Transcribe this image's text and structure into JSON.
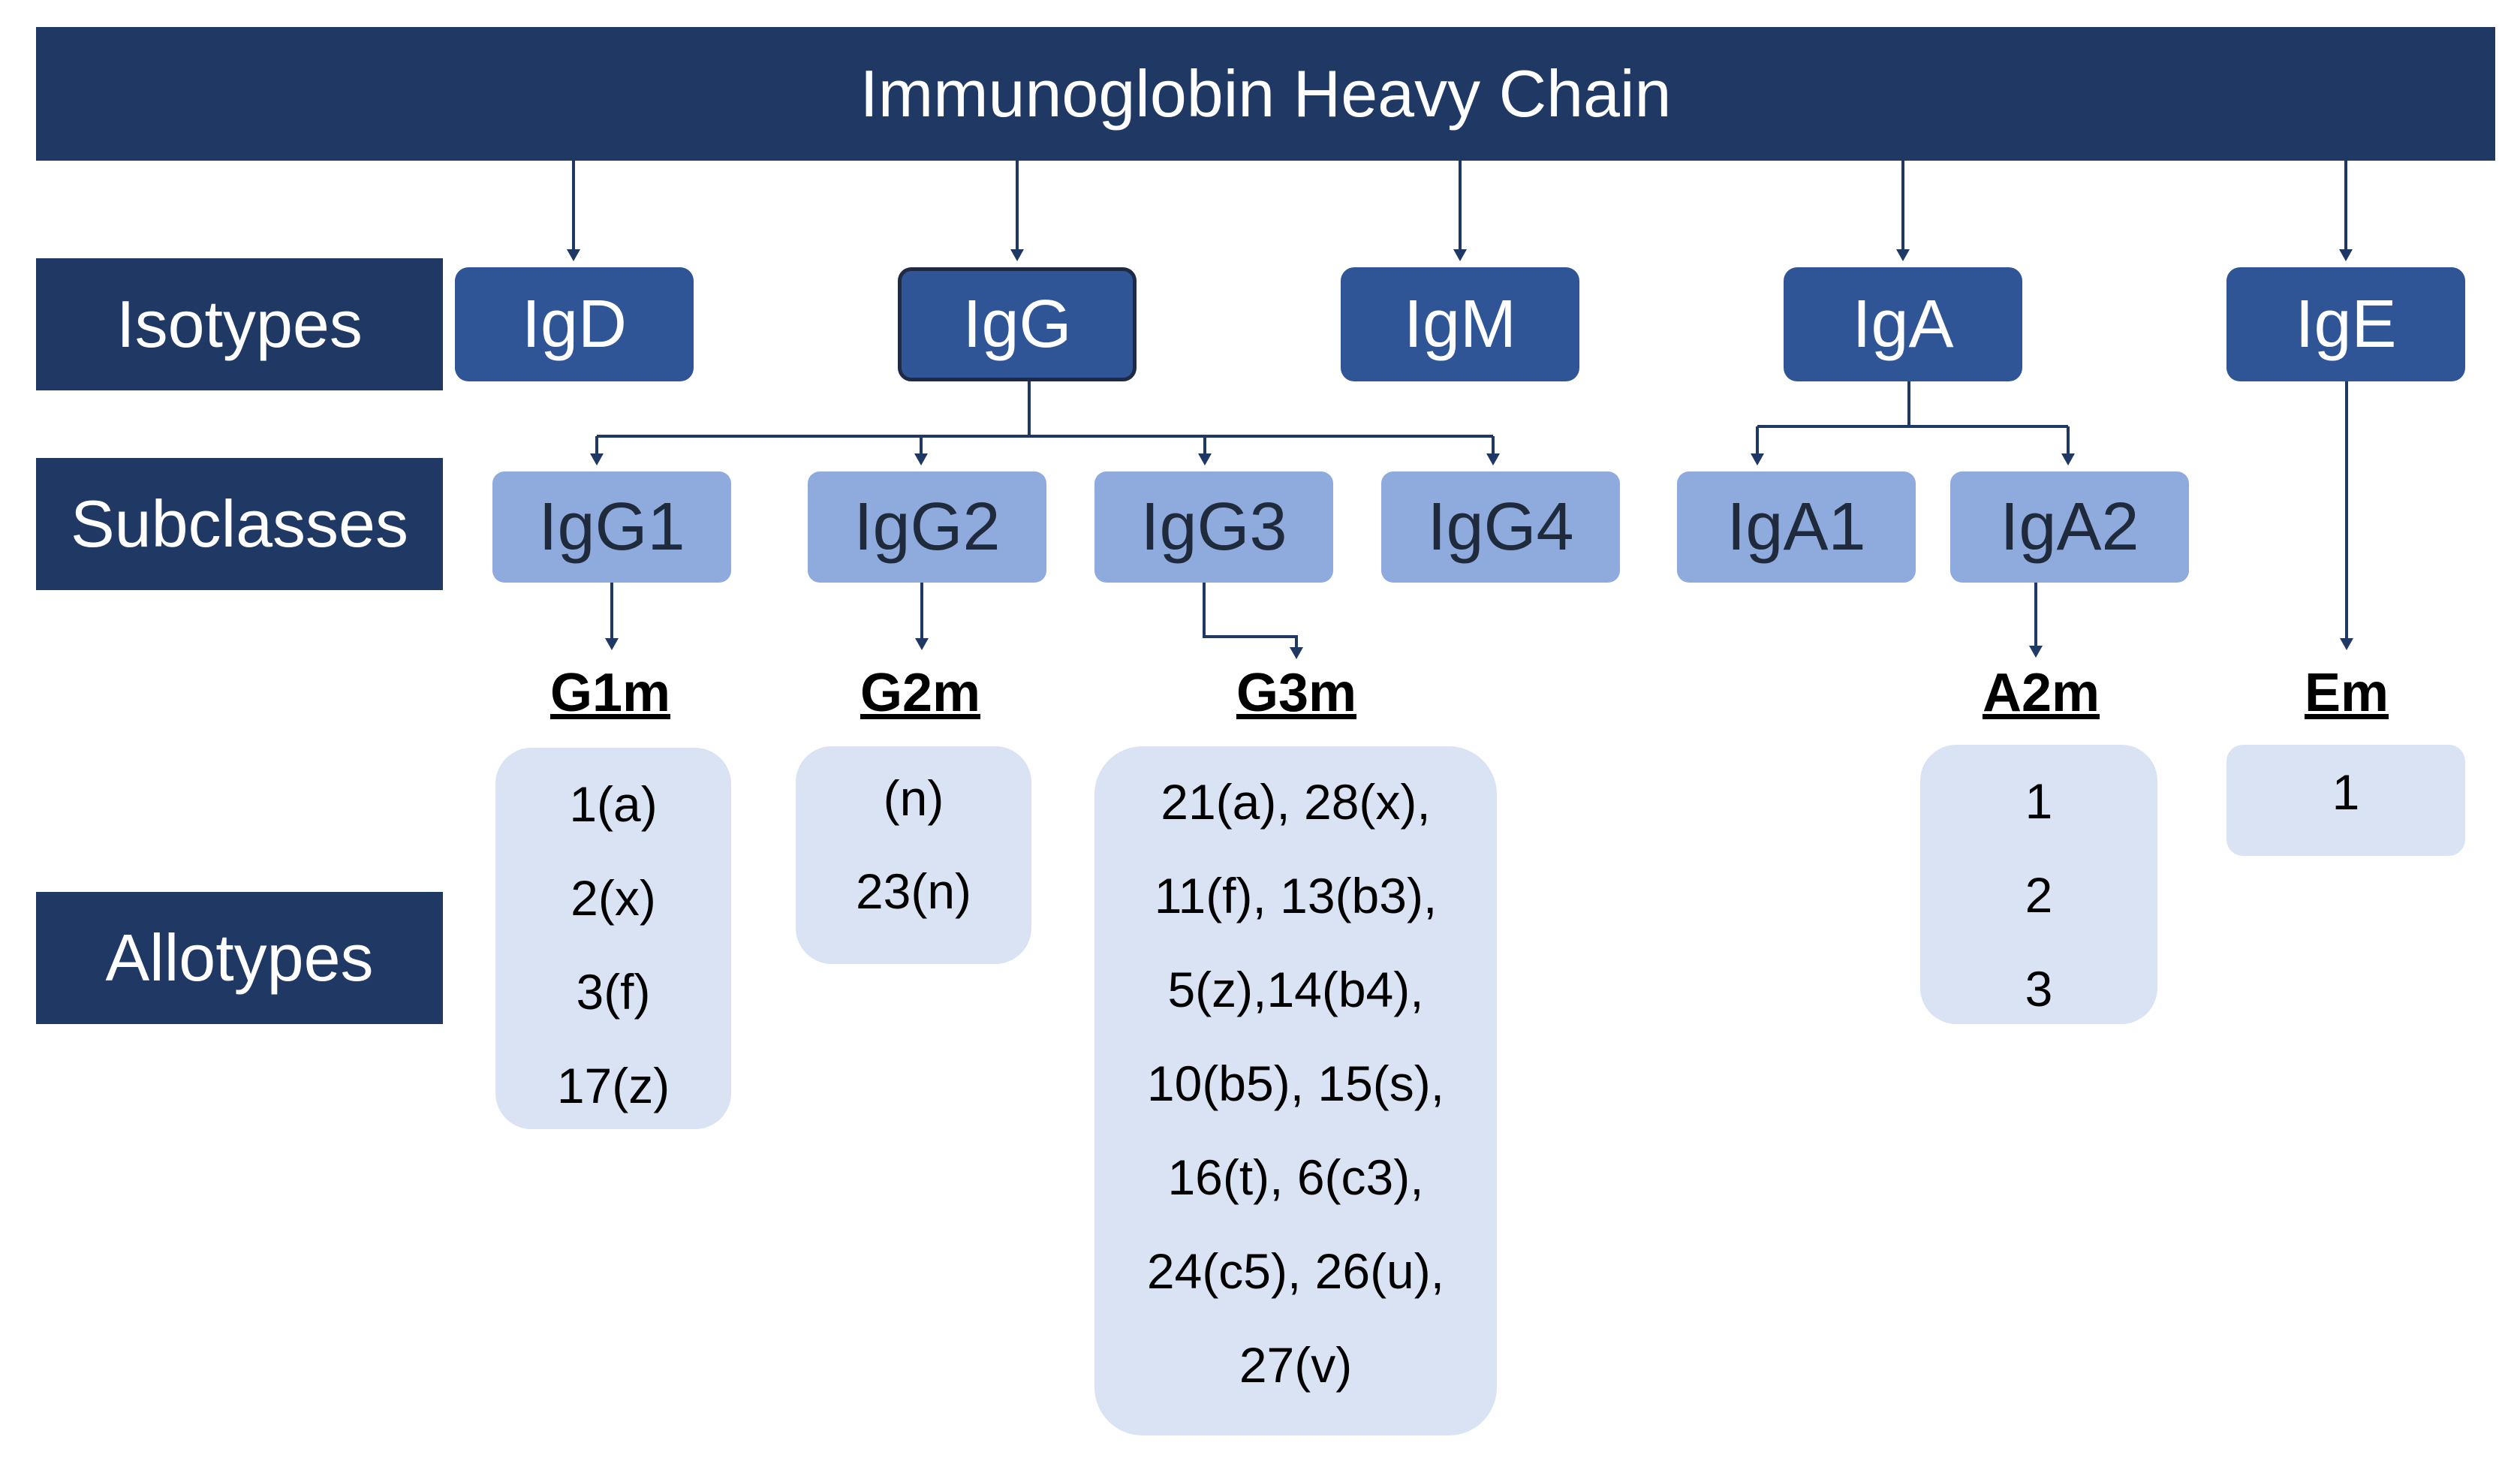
{
  "title": "Immunoglobin Heavy Chain",
  "row_labels": {
    "isotypes": "Isotypes",
    "subclasses": "Subclasses",
    "allotypes": "Allotypes"
  },
  "isotypes": [
    "IgD",
    "IgG",
    "IgM",
    "IgA",
    "IgE"
  ],
  "subclasses": [
    "IgG1",
    "IgG2",
    "IgG3",
    "IgG4",
    "IgA1",
    "IgA2"
  ],
  "allotype_groups": [
    {
      "heading": "G1m",
      "items": [
        "1(a)",
        "2(x)",
        "3(f)",
        "17(z)"
      ]
    },
    {
      "heading": "G2m",
      "items": [
        "(n)",
        "23(n)"
      ]
    },
    {
      "heading": "G3m",
      "items": [
        "21(a), 28(x),",
        "11(f), 13(b3),",
        "5(z),14(b4),",
        "10(b5), 15(s),",
        "16(t), 6(c3),",
        "24(c5), 26(u),",
        "27(v)"
      ]
    },
    {
      "heading": "A2m",
      "items": [
        "1",
        "2",
        "3"
      ]
    },
    {
      "heading": "Em",
      "items": [
        "1"
      ]
    }
  ],
  "colors": {
    "dark_navy": "#1f3864",
    "isotype_blue": "#2f5597",
    "subclass_blue": "#8faadc",
    "allotype_fill": "#dae3f3",
    "connector": "#1f3864"
  }
}
